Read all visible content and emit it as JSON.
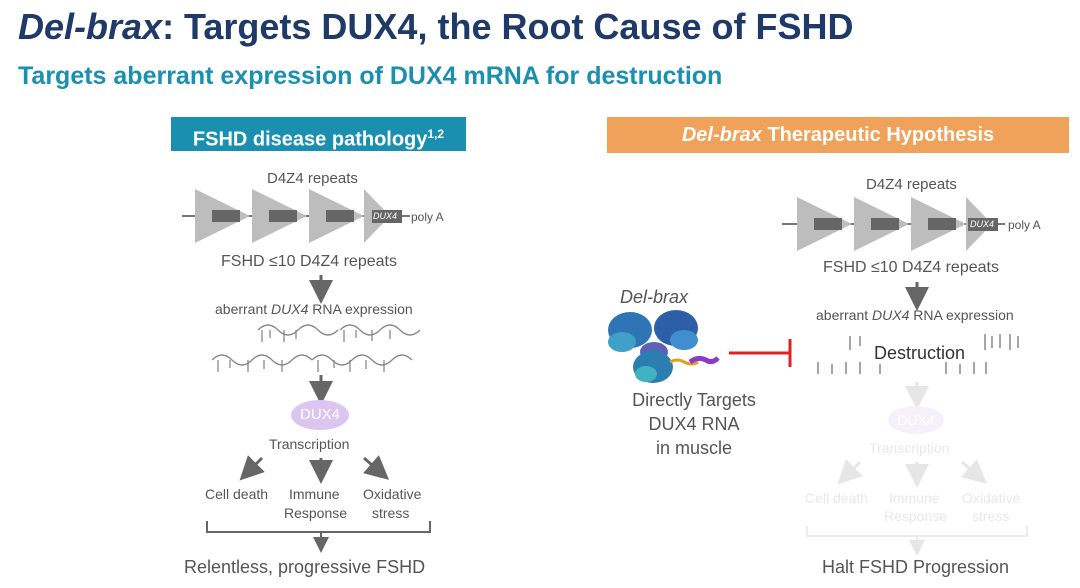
{
  "title": {
    "drug": "Del-brax",
    "rest": ": Targets DUX4, the Root Cause of FSHD"
  },
  "subtitle": "Targets aberrant expression of DUX4 mRNA for destruction",
  "left": {
    "header": "FSHD disease pathology",
    "header_sup": "1,2",
    "repeats_label": "D4Z4 repeats",
    "dux4_box": "DUX4",
    "poly_a": "poly A",
    "fshd_repeats": "FSHD ≤10 D4Z4 repeats",
    "aberrant_prefix": "aberrant ",
    "aberrant_gene": "DUX4",
    "aberrant_suffix": " RNA expression",
    "protein": "DUX4",
    "transcription": "Transcription",
    "effects": [
      "Cell death",
      "Immune",
      "Response",
      "Oxidative",
      "stress"
    ],
    "bottom": "Relentless, progressive FSHD"
  },
  "right": {
    "header_drug": "Del-brax",
    "header_rest": " Therapeutic Hypothesis",
    "drug_label": "Del-brax",
    "targets": [
      "Directly Targets",
      "DUX4 RNA",
      "in muscle"
    ],
    "repeats_label": "D4Z4 repeats",
    "dux4_box": "DUX4",
    "poly_a": "poly A",
    "fshd_repeats": "FSHD ≤10 D4Z4 repeats",
    "aberrant_prefix": "aberrant ",
    "aberrant_gene": "DUX4",
    "aberrant_suffix": " RNA expression",
    "destruction": "Destruction",
    "protein": "DUX4",
    "transcription": "Transcription",
    "effects": [
      "Cell death",
      "Immune",
      "Response",
      "Oxidative",
      "stress"
    ],
    "bottom": "Halt FSHD Progression"
  },
  "colors": {
    "title": "#1f3a68",
    "accent_blue": "#1a8fb0",
    "accent_orange": "#f0a25a",
    "inhibit_red": "#e02020",
    "dux4_purple": "#dcc6ef"
  }
}
